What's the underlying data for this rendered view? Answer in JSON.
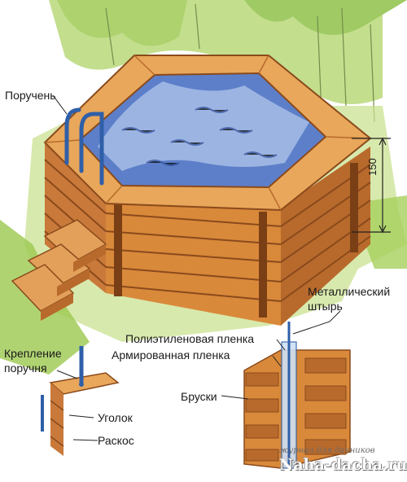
{
  "labels": {
    "handrail": "Поручень",
    "dimension": "150",
    "metal_pin_line1": "Металлический",
    "metal_pin_line2": "штырь",
    "poly_film": "Полиэтиленовая пленка",
    "reinforced_film": "Армированная пленка",
    "handrail_mount_line1": "Крепление",
    "handrail_mount_line2": "поручня",
    "bars": "Бруски",
    "corner_line1": "Уголок",
    "corner_line2": "Раскос"
  },
  "watermark": {
    "tagline": "журнал для дачников",
    "site": "Naha-dacha.ru"
  },
  "colors": {
    "wood": "#d9893a",
    "wood_light": "#f0c27a",
    "wood_dark": "#8a4a1c",
    "water": "#5d7fc9",
    "water_light": "#cfe0f5",
    "grass": "#9cc84f",
    "foliage": "#7fb83e",
    "metal": "#2f5fa8",
    "line": "#333333"
  }
}
